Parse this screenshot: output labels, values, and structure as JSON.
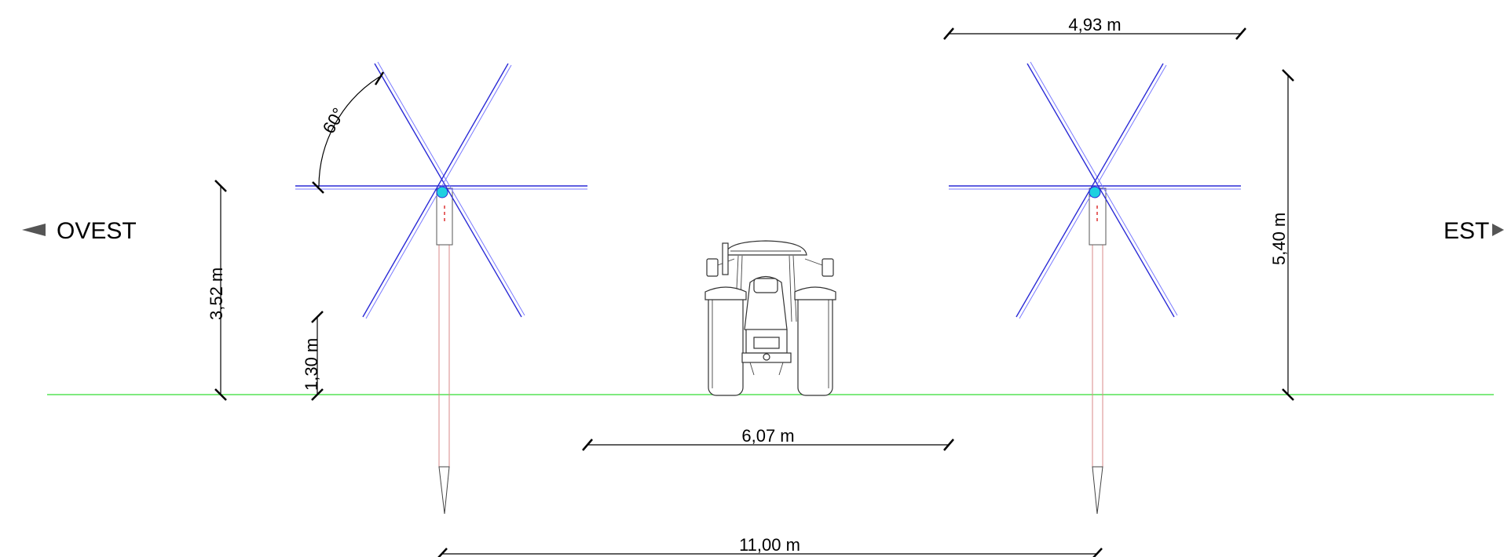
{
  "directions": {
    "west": "OVEST",
    "east": "EST"
  },
  "arrow_icons": {
    "west": "triangle-left-icon",
    "east": "triangle-right-icon"
  },
  "dimensions": {
    "tilt_angle": "60°",
    "panel_height": "3,52 m",
    "clearance_height": "1,30 m",
    "panel_width": "4,93 m",
    "total_height": "5,40 m",
    "row_gap": "6,07 m",
    "row_pitch": "11,00 m"
  },
  "colors": {
    "panel": "#2b2bd6",
    "ground": "#33dd33",
    "pile": "#d98a8a",
    "hub": "#1fd0e0"
  }
}
